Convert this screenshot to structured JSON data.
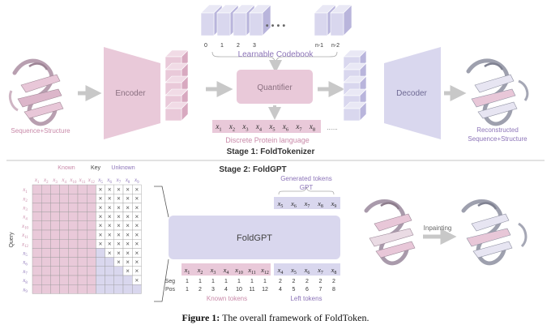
{
  "stage1": {
    "input_label": "Sequence+Structure",
    "encoder_label": "Encoder",
    "quantifier_label": "Quantifier",
    "decoder_label": "Decoder",
    "output_label_line1": "Reconstructed",
    "output_label_line2": "Sequence+Structure",
    "codebook_label": "Learnable Codebook",
    "codebook_indices": [
      "0",
      "1",
      "2",
      "3",
      "n-1",
      "n-2"
    ],
    "codebook_dots": "• • • •",
    "token_sequence": [
      "x1",
      "x2",
      "x3",
      "x4",
      "x5",
      "x6",
      "x7",
      "x8"
    ],
    "token_ellipsis": "......",
    "token_caption": "Discrete Protein language",
    "stage_title": "Stage 1: FoldTokenizer"
  },
  "stage2": {
    "stage_title": "Stage 2: FoldGPT",
    "matrix": {
      "known_label": "Known",
      "key_label": "Key",
      "unknown_label": "Unknown",
      "query_label": "Query",
      "col_labels": [
        "x1",
        "x2",
        "x3",
        "x4",
        "x10",
        "x11",
        "x12",
        "x5",
        "x6",
        "x7",
        "x8",
        "x9"
      ],
      "row_labels": [
        "x1",
        "x2",
        "x3",
        "x4",
        "x10",
        "x11",
        "x12",
        "x5",
        "x6",
        "x7",
        "x8",
        "x9"
      ],
      "known_count": 7,
      "mask_symbol": "×"
    },
    "foldgpt_label": "FoldGPT",
    "generated_label": "Generated tokens",
    "gpt_label": "GPT",
    "generated_tokens": [
      "x5",
      "x6",
      "x7",
      "x8",
      "x9"
    ],
    "known_tokens": [
      "x1",
      "x2",
      "x3",
      "x4",
      "x10",
      "x11",
      "x12"
    ],
    "left_input_tokens": [
      "x4",
      "x5",
      "x6",
      "x7",
      "x8"
    ],
    "seg_label": "Seg",
    "pos_label": "Pos",
    "known_seg": [
      "1",
      "1",
      "1",
      "1",
      "1",
      "1",
      "1"
    ],
    "known_pos": [
      "1",
      "2",
      "3",
      "4",
      "10",
      "11",
      "12"
    ],
    "left_seg": [
      "2",
      "2",
      "2",
      "2",
      "2"
    ],
    "left_pos": [
      "4",
      "5",
      "6",
      "7",
      "8"
    ],
    "known_tokens_caption": "Known tokens",
    "left_tokens_caption": "Left tokens",
    "inpainting_label": "Inpainting"
  },
  "figure_caption_bold": "Figure 1:",
  "figure_caption_text": " The overall framework of FoldToken.",
  "colors": {
    "pink": "#e9c9d9",
    "pink_dark": "#d8a9c0",
    "lavender": "#d9d7ee",
    "lavender_dark": "#b9b5dc",
    "pink_text": "#c98aa9",
    "purple_text": "#8c74b8",
    "arrow": "#c8c8c8"
  }
}
